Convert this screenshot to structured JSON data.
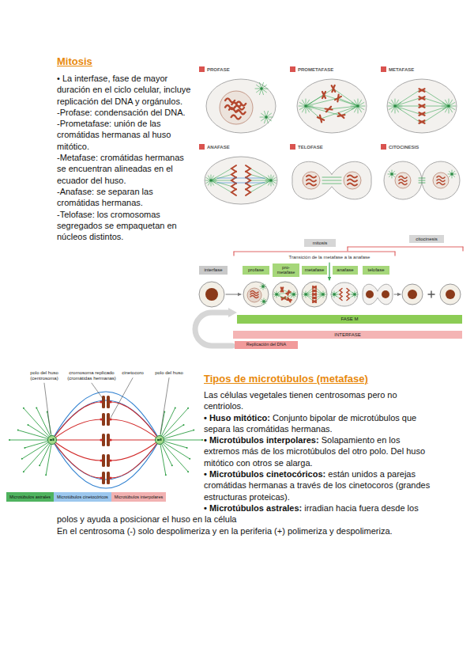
{
  "diagram": {
    "title": "Mitosis",
    "nodes": [
      {
        "text": [
          "PROFASE"
        ]
      },
      {
        "text": [
          "PROMETAFASE"
        ]
      },
      {
        "text": [
          "METAFASE"
        ]
      },
      {
        "text": [
          "ANAFASE"
        ]
      },
      {
        "text": [
          "TELOFASE"
        ]
      },
      {
        "text": [
          "CITOCINESIS"
        ]
      },
      {
        "text": [
          "mitosis"
        ]
      },
      {
        "text": [
          "citocinesis"
        ]
      },
      {
        "text": [
          "interfase"
        ]
      },
      {
        "text": [
          "profase"
        ]
      },
      {
        "text": [
          "pro-metafase"
        ]
      },
      {
        "text": [
          "metafase"
        ]
      },
      {
        "text": [
          "anafase"
        ]
      },
      {
        "text": [
          "telofase"
        ]
      },
      {
        "text": [
          "FASE M"
        ]
      },
      {
        "text": [
          "INTERFASE"
        ]
      },
      {
        "text": [
          "Replicación del DNA"
        ]
      }
    ],
    "labels": [
      "Tipos de microtúbulos (metafase)",
      "• La interfase, fase de mayor duración en el ciclo celular, incluye replicación del DNA y orgánulos.",
      "-Profase: condensación del DNA.",
      "-Prometafase: unión de las cromátidas hermanas al huso mitótico.",
      "-Metafase: cromátidas hermanas se encuentran alineadas en el ecuador del huso.",
      "-Anafase: se separan las cromátidas hermanas.",
      "-Telofase: los cromosomas segregados se empaquetan en núcleos distintos.",
      "Las células vegetales tienen centrosomas pero no centriolos.",
      "• Huso mitótico:",
      "Conjunto bipolar de microtúbulos que separa las cromátidas hermanas.",
      "• Microtúbulos interpolares:",
      "Solapamiento en los extremos más de los microtúbulos del otro polo. Del huso mitótico con otros se alarga.",
      "• Microtúbulos cinetocóricos:",
      "están unidos a parejas cromátidas hermanas a través de los cinetocoros (grandes estructuras proteicas).",
      "• Microtúbulos astrales:",
      "irradian hacia fuera desde los polos y ayuda a posicionar el huso en la célula",
      "En el centrosoma (-) solo despolimeriza y en la periferia (+) polimeriza y despolimeriza.",
      "Transición de la metafase a la anafase",
      "polo del huso (centrosoma)",
      "cromosoma replicado (cromátidas hermanas)",
      "cinetocoro",
      "polo del huso"
    ],
    "legend": [
      {
        "text": "Microtúbulos astrales",
        "color": "#4fb35f"
      },
      {
        "text": "Microtúbulos cinetocóricos",
        "color": "#9cc7ee"
      },
      {
        "text": "Microtúbulos interpolares",
        "color": "#f2b1b1"
      }
    ]
  }
}
